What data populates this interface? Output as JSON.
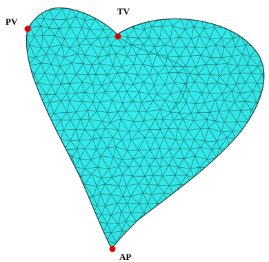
{
  "figure": {
    "mesh_fill": "#33ecec",
    "mesh_line": "#1a3a3a",
    "landmark_color": "#e00000",
    "landmarks": [
      {
        "id": "pv",
        "label": "PV"
      },
      {
        "id": "tv",
        "label": "TV"
      },
      {
        "id": "ap",
        "label": "AP"
      }
    ]
  }
}
